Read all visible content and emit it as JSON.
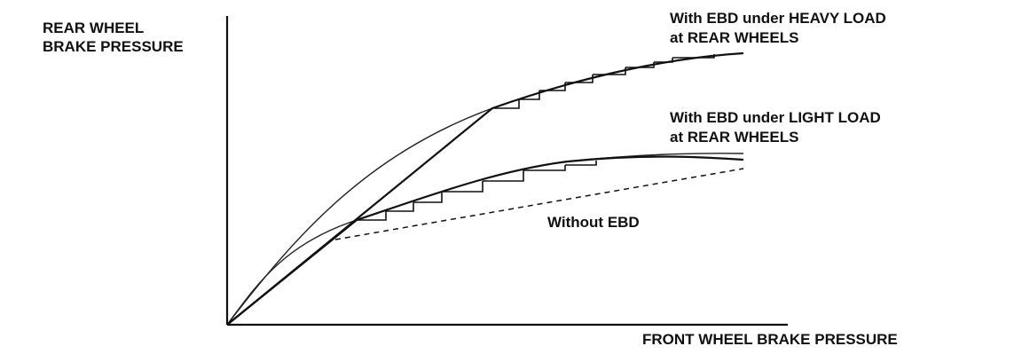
{
  "diagram": {
    "y_axis_label": [
      "REAR WHEEL",
      "BRAKE PRESSURE"
    ],
    "x_axis_label": "FRONT WHEEL BRAKE PRESSURE",
    "heavy_load_label": [
      "With EBD under HEAVY LOAD",
      "at REAR WHEELS"
    ],
    "light_load_label": [
      "With EBD under LIGHT LOAD",
      "at REAR WHEELS"
    ],
    "without_ebd_label": "Without EBD"
  }
}
